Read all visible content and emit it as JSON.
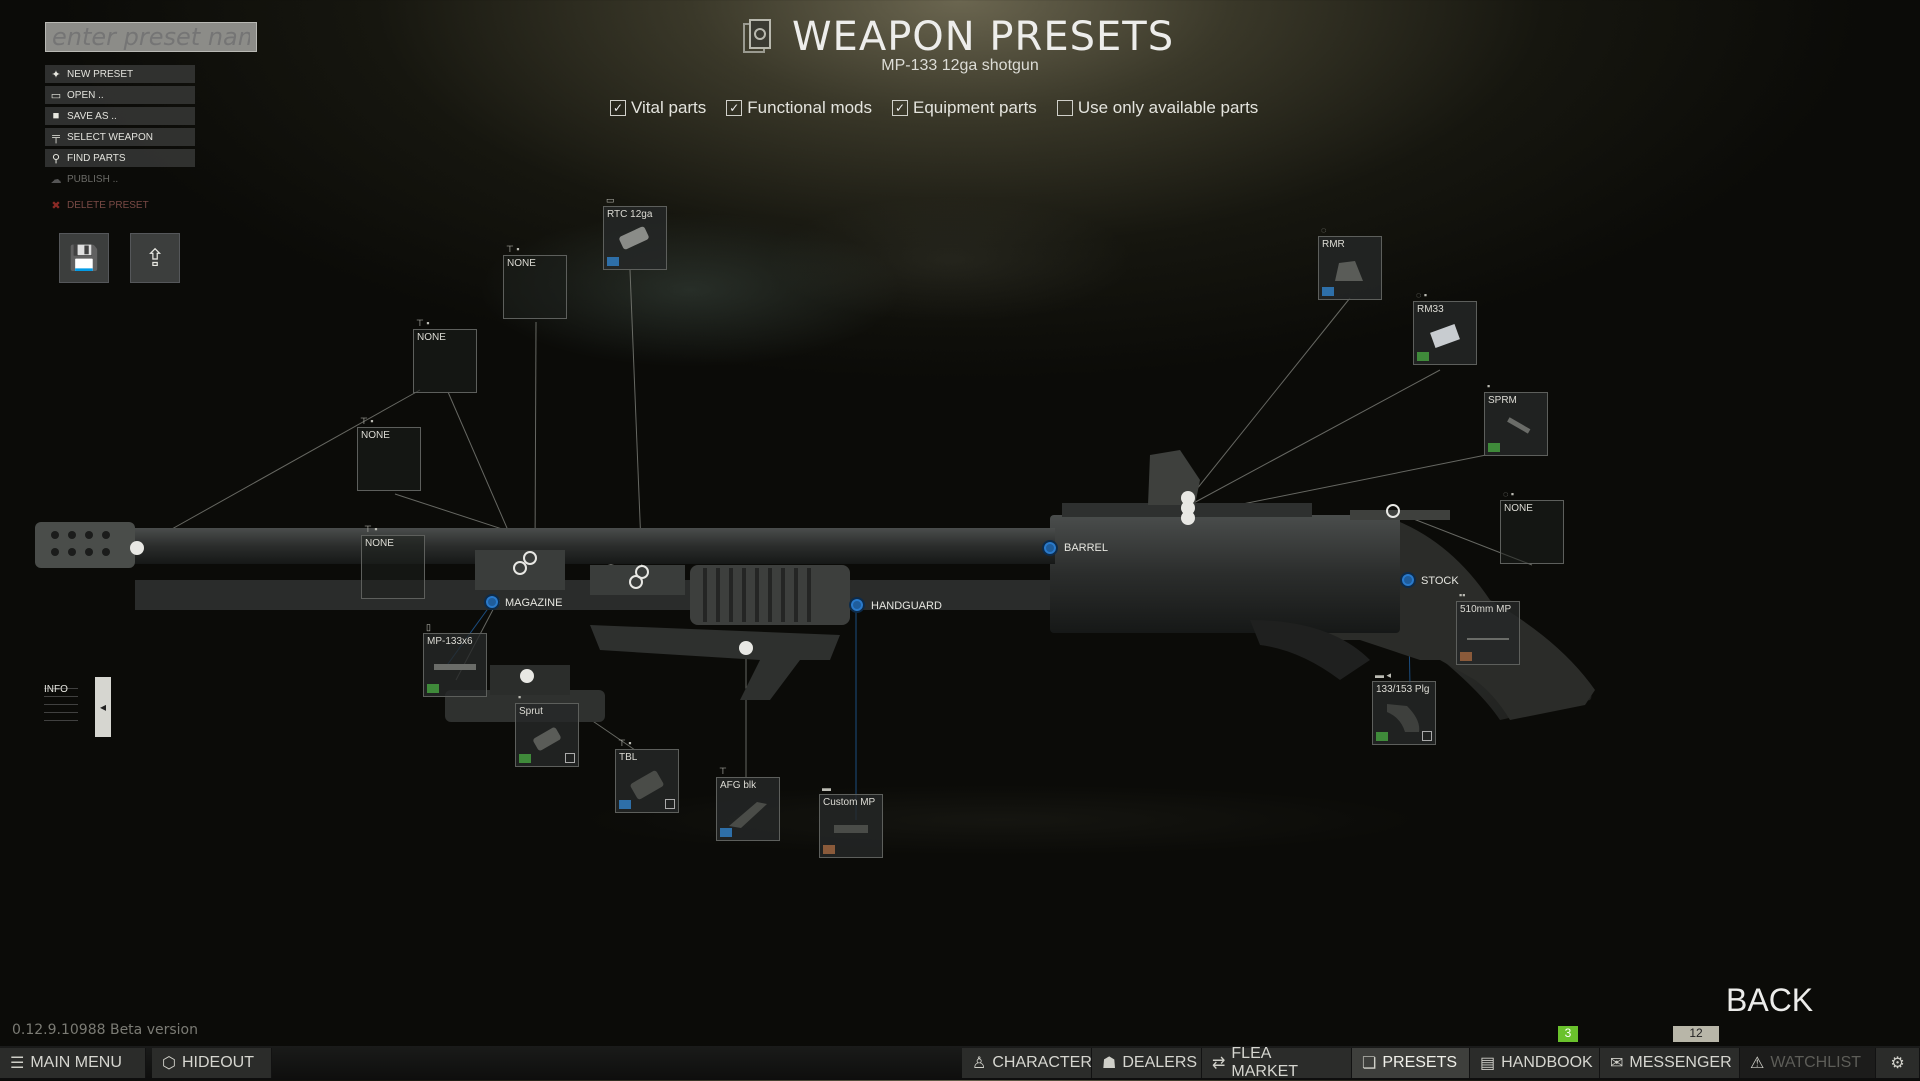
{
  "header": {
    "title": "WEAPON PRESETS",
    "subtitle": "MP-133 12ga shotgun"
  },
  "preset_name": {
    "placeholder": "enter preset name"
  },
  "menu": [
    {
      "icon": "new-preset-icon",
      "label": "NEW PRESET"
    },
    {
      "icon": "folder-icon",
      "label": "OPEN .."
    },
    {
      "icon": "save-icon",
      "label": "SAVE AS .."
    },
    {
      "icon": "weapon-select-icon",
      "label": "SELECT WEAPON"
    },
    {
      "icon": "search-icon",
      "label": "FIND PARTS"
    },
    {
      "icon": "cloud-upload-icon",
      "label": "PUBLISH .."
    },
    {
      "icon": "delete-icon",
      "label": "DELETE PRESET"
    }
  ],
  "filters": [
    {
      "label": "Vital parts",
      "checked": true
    },
    {
      "label": "Functional mods",
      "checked": true
    },
    {
      "label": "Equipment parts",
      "checked": true
    },
    {
      "label": "Use only available parts",
      "checked": false
    }
  ],
  "slots": {
    "rtc": "RTC 12ga",
    "none1": "NONE",
    "none2": "NONE",
    "none3": "NONE",
    "none4": "NONE",
    "mag": "MP-133x6",
    "sprut": "Sprut",
    "tbl": "TBL",
    "afg": "AFG blk",
    "custom_mp": "Custom MP",
    "rmr": "RMR",
    "rm33": "RM33",
    "sprm": "SPRM",
    "none5": "NONE",
    "stock510": "510mm MP",
    "plg": "133/153 Plg"
  },
  "part_labels": {
    "barrel": "BARREL",
    "stock": "STOCK",
    "magazine": "MAGAZINE",
    "handguard": "HANDGUARD"
  },
  "info": {
    "label": "INFO"
  },
  "version": "0.12.9.10988 Beta version",
  "back": "BACK",
  "status": {
    "level_badge": "3",
    "count_badge": "12"
  },
  "bottom_bar": [
    {
      "icon": "menu-icon",
      "label": "MAIN MENU"
    },
    {
      "icon": "hideout-icon",
      "label": "HIDEOUT"
    },
    {
      "icon": "character-icon",
      "label": "CHARACTER"
    },
    {
      "icon": "dealers-icon",
      "label": "DEALERS"
    },
    {
      "icon": "flea-market-icon",
      "label": "FLEA MARKET"
    },
    {
      "icon": "presets-icon",
      "label": "PRESETS"
    },
    {
      "icon": "handbook-icon",
      "label": "HANDBOOK"
    },
    {
      "icon": "messenger-icon",
      "label": "MESSENGER"
    },
    {
      "icon": "watchlist-icon",
      "label": "WATCHLIST"
    }
  ],
  "colors": {
    "accent_blue": "#1f5d9c",
    "badge_green": "#6ac22c"
  }
}
